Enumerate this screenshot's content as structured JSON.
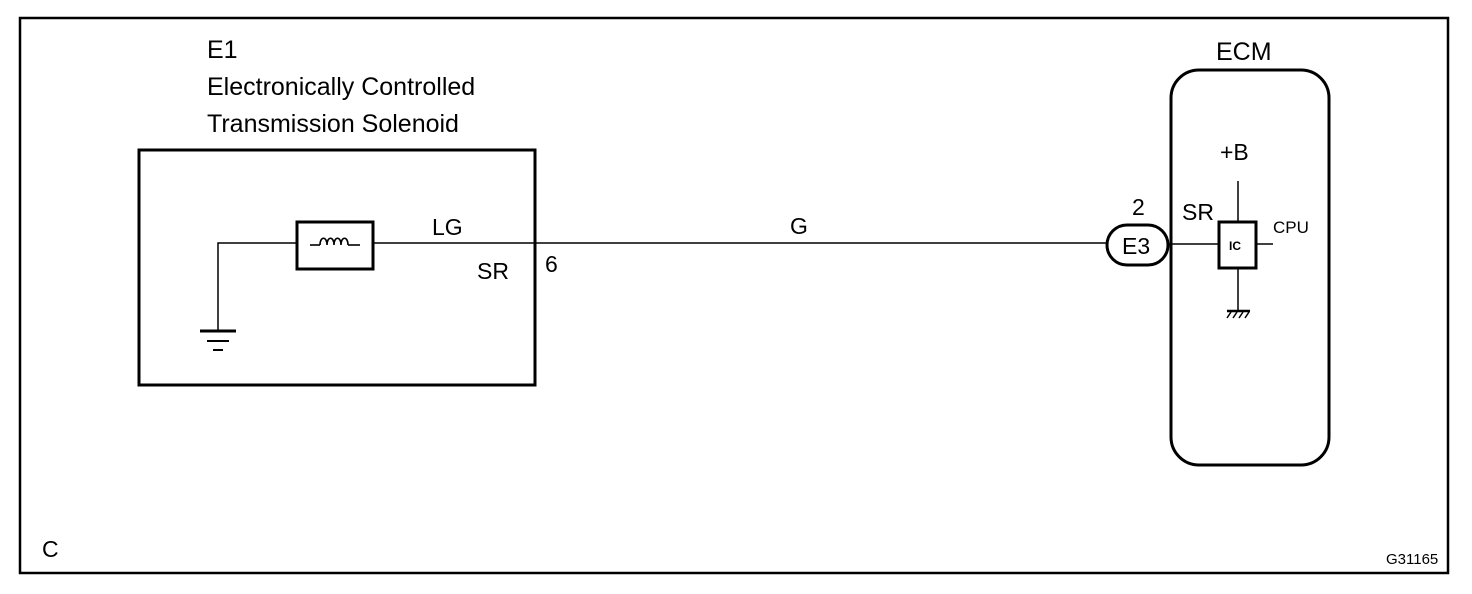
{
  "component": {
    "id": "E1",
    "name_line1": "Electronically Controlled",
    "name_line2": "Transmission Solenoid",
    "terminal_name": "SR",
    "terminal_number": "6"
  },
  "wires": {
    "inner_color": "LG",
    "harness_color": "G"
  },
  "ecm": {
    "title": "ECM",
    "connector": "E3",
    "connector_pin": "2",
    "terminal_name": "SR",
    "supply_label": "+B",
    "ic_label": "IC",
    "cpu_label": "CPU"
  },
  "corner_letter": "C",
  "figure_code": "G31165"
}
